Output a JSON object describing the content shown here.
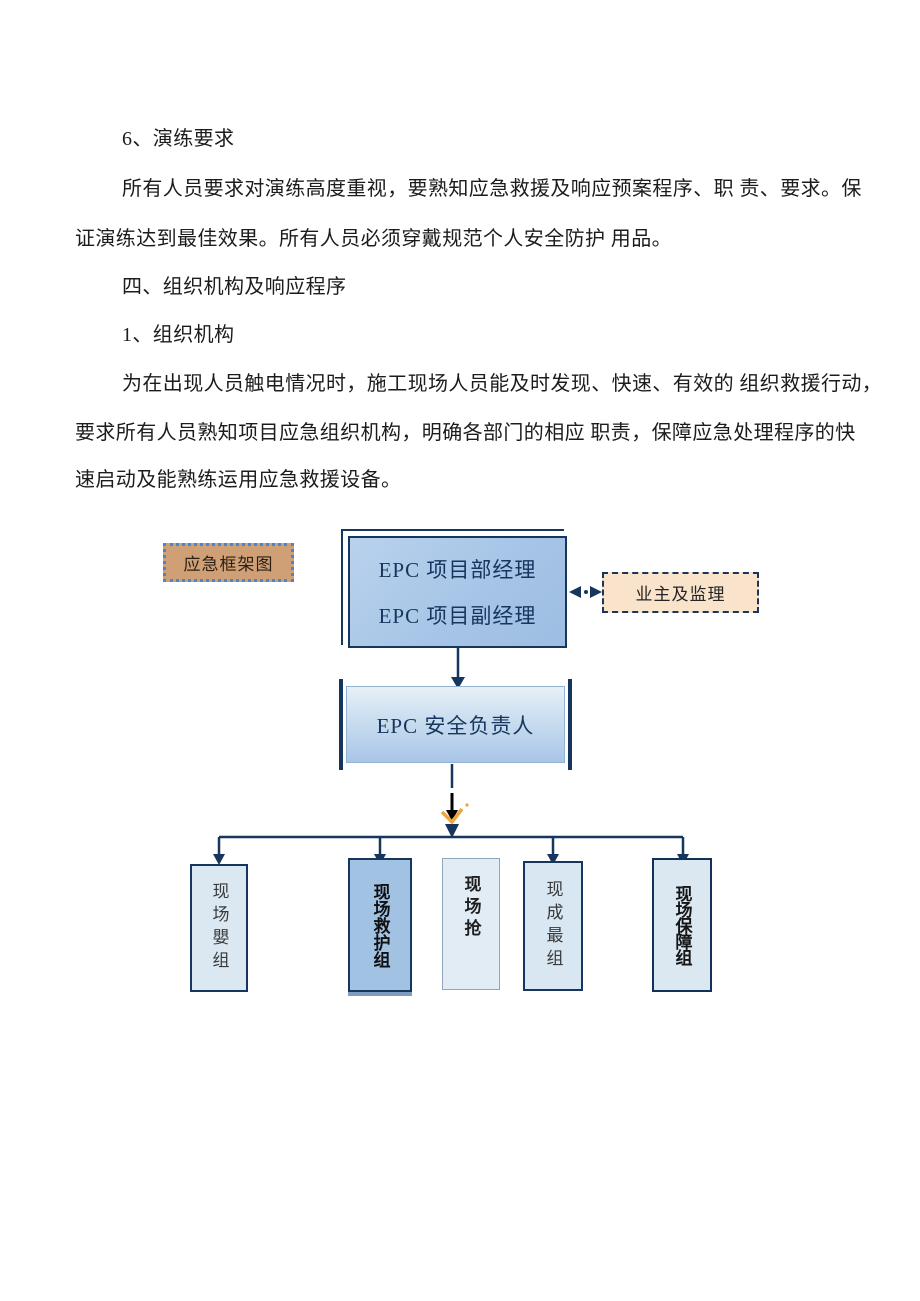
{
  "document": {
    "heading_drill": "6、演练要求",
    "para_drill_lines": [
      "所有人员要求对演练高度重视，要熟知应急救援及响应预案程序、职 责、要求。保",
      "证演练达到最佳效果。所有人员必须穿戴规范个人安全防护 用品。"
    ],
    "heading_section4": "四、组织机构及响应程序",
    "heading_org": "1、组织机构",
    "para_org_lines": [
      "为在出现人员触电情况时，施工现场人员能及时发现、快速、有效的 组织救援行动，",
      "要求所有人员熟知项目应急组织机构，明确各部门的相应 职责，保障应急处理程序的快",
      "速启动及能熟练运用应急救援设备。"
    ]
  },
  "org_chart": {
    "frame_label": "应急框架图",
    "manager_box_line1": "EPC 项目部经理",
    "manager_box_line2": "EPC 项目副经理",
    "owner_box_label": "业主及监理",
    "safety_box_label": "EPC 安全负责人",
    "groups": [
      {
        "label": "现场嬰组"
      },
      {
        "label": "现场救护组"
      },
      {
        "label": "现场抢"
      },
      {
        "label": "现成最组"
      },
      {
        "label": "现场保障组"
      }
    ],
    "colors": {
      "connector_navy": "#17365d",
      "node_blue": "#a5c4e6",
      "node_light_blue": "#dbe8f2",
      "owner_peach": "#f9e4cb",
      "frame_tan": "#cfa076",
      "frame_border_blue": "#4f83c6",
      "junction_orange": "#eda63f",
      "center_arrow_black": "#000000"
    }
  }
}
